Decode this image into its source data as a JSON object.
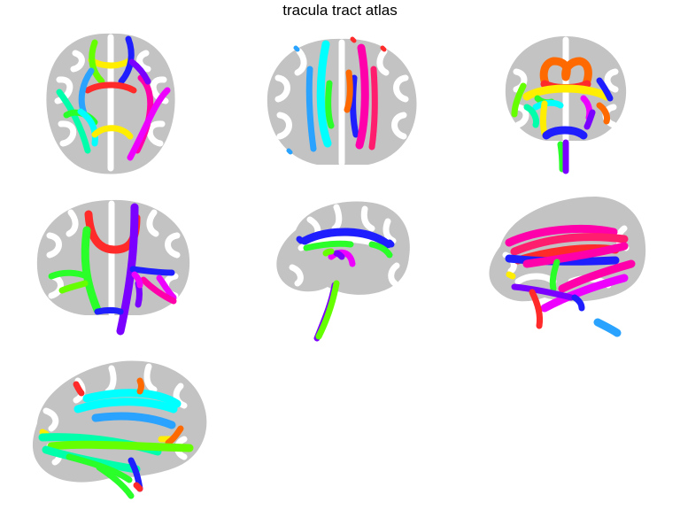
{
  "figure": {
    "title": "tracula tract atlas"
  },
  "colors": {
    "brain": "#c3c3c3",
    "background": "#ffffff",
    "tract_palette": [
      "#ff2a2a",
      "#ff6a00",
      "#ffee00",
      "#66ff00",
      "#2aff2a",
      "#00ffaa",
      "#00ffff",
      "#29a3ff",
      "#1e1eff",
      "#7a00ff",
      "#ee00ff",
      "#ff00aa",
      "#ff1e6e"
    ]
  },
  "panels": [
    {
      "view": "axial"
    },
    {
      "view": "coronal-anterior"
    },
    {
      "view": "coronal-posterior"
    },
    {
      "view": "coronal-mid"
    },
    {
      "view": "sagittal-medial"
    },
    {
      "view": "sagittal-lateral-right"
    },
    {
      "view": "sagittal-lateral-left"
    }
  ]
}
